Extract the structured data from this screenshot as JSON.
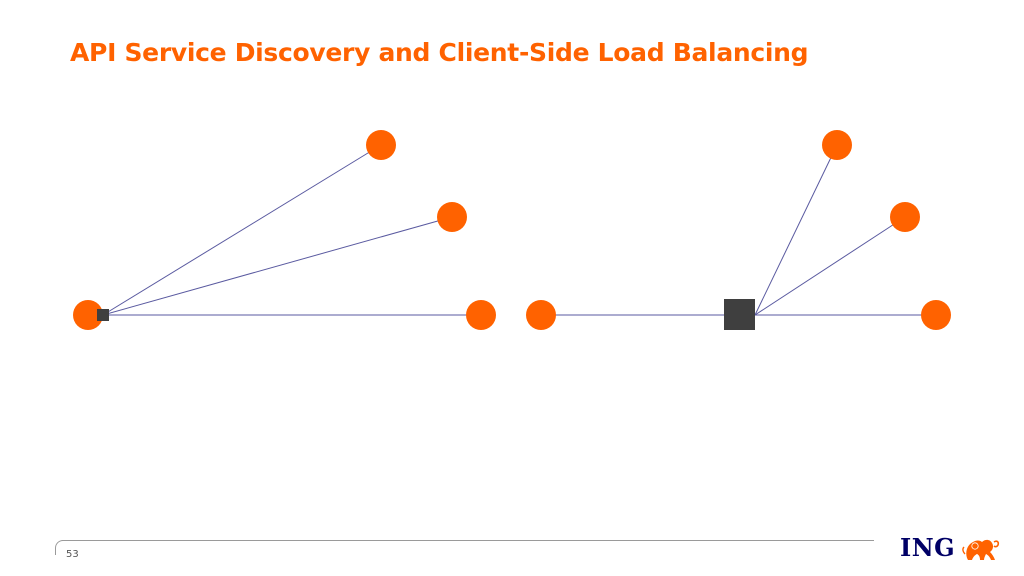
{
  "title": "API Service Discovery and Client-Side Load Balancing",
  "page_number": "53",
  "logo": {
    "text": "ING",
    "icon": "lion-icon"
  },
  "colors": {
    "accent": "#ff6200",
    "node_orange": "#ff6200",
    "node_dark": "#3f3f3f",
    "edge": "#5a5aa0",
    "logo_text": "#000066",
    "footer_line": "#9a9a9a"
  }
}
